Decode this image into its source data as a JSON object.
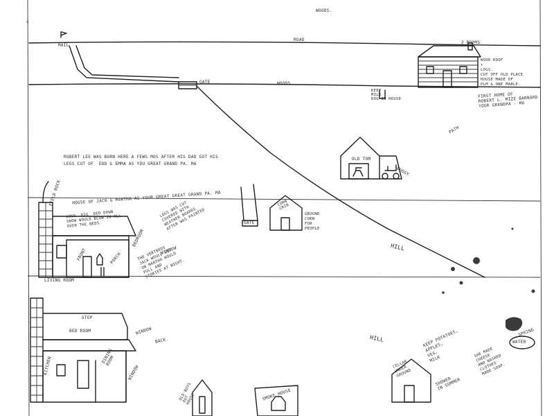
{
  "labels": {
    "woods_top": "WOODS.",
    "mail": "MAIL",
    "road": "ROAD",
    "two_rooms": "2 ROOMS",
    "gate_top": "GATE",
    "woods_road": "WOODS",
    "wood_roof": "WOOD ROOF\n+\nLOGS.\nCUT OFF OLD PLACE\nHOUSE MADE OF\nPLM & ONE MABLE.",
    "first_home": "FIRST HOME OF\nROBERT L. MIZE BARNARD\nYOUR GRANDPA - MA",
    "keep_milk": "KEEP\nMILK\nDOG IN HOUSE",
    "path": "PATH",
    "robert_lee_note": "ROBERT LEE WAS BORN HERE A FEWS MOS AFTER HIS DAD GOT HIS\nLEGS CUT OF  EDD & EMMA AS YOU GREAT GRAND PA. MA",
    "old_tom": "OLD TOM",
    "buggy": "BUGGY",
    "field_rock": "FIELD ROCK",
    "house_of_jack": "HOUSE OF JACK & MARTHA AS YOUR GREAT GREAT GRAND PA. MA",
    "logs_dig": "LOGS  DIG  DED DOWN\nSNOW WOULD BLOW IN ALL\nOVER THE BEDS.",
    "logs_was_cut": "LOGS WAS CUT\nCOVERED WITH\nWEATHER BOARDS\nAFTER WAS PAINTED",
    "gate_mid": "GATE",
    "corn_crib": "CORN\nCRIB",
    "ground_corn": "GROUND\nCORN\nFOR\nPEOPLE",
    "bedroom_mid": "BEDROOM",
    "window_mid": "WINDOW",
    "vertbeds": "THE VERTBEDS\nJACK WOULD SET\nON MARTHA WOULD\nPULL AND\nSTORIES AT NIGHT.",
    "front": "FRONT",
    "porch": "PORCH",
    "living_room": "LIVING ROOM",
    "hill_1": "HILL",
    "hill_2": "HILL",
    "step": "STEP",
    "bedroom_low": "BED ROOM",
    "window_low": "WINDOW",
    "back": "BACK.",
    "kitchen": "KITCHEN",
    "dining_room": "DINING\nROOM",
    "window_low2": "WINDOW",
    "old_boys_out": "OLD BOYS\nOUT\nHOUSE",
    "smoke_house": "SMOKE HOUSE",
    "cellar": "CELLAR\nUNDER\nGROUND",
    "keep_potatoes": "KEEP POTATOES,\nAPPLES,\nVEG.\nMILK",
    "shower": "SHOWER\nIN SUMMER",
    "she_made": "SHE MADE\nCHEESE\nAND WASHED\nCLOTHES\nMADE SOAP.",
    "spring": "SPRING",
    "water": "WATER",
    "corner_mark": "c"
  },
  "colors": {
    "paper": "#ffffff",
    "ink": "#1e1e1e"
  }
}
